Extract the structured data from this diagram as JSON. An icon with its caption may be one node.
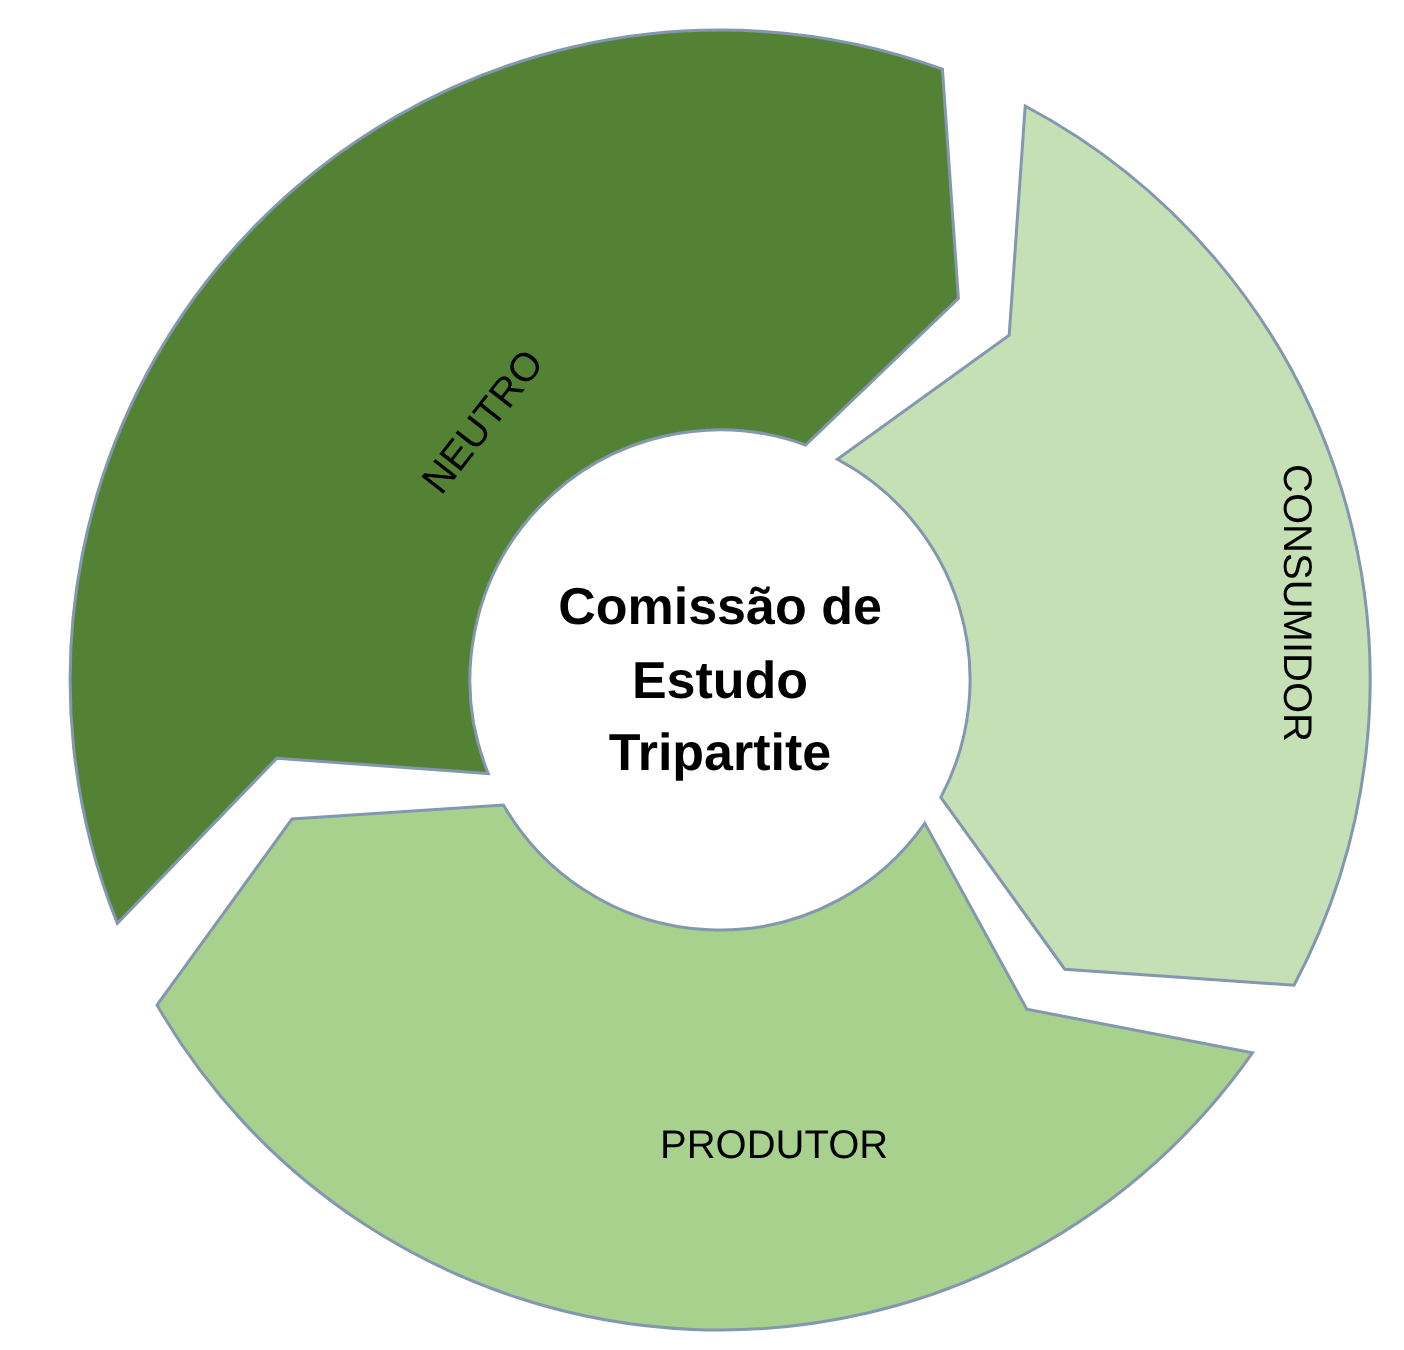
{
  "diagram": {
    "nodes": [
      {
        "text": [
          "Comissão de Estudo Tripartite"
        ]
      },
      {
        "text": [
          "NEUTRO"
        ]
      },
      {
        "text": [
          "CONSUMIDOR"
        ]
      },
      {
        "text": [
          "PRODUTOR"
        ]
      }
    ]
  }
}
